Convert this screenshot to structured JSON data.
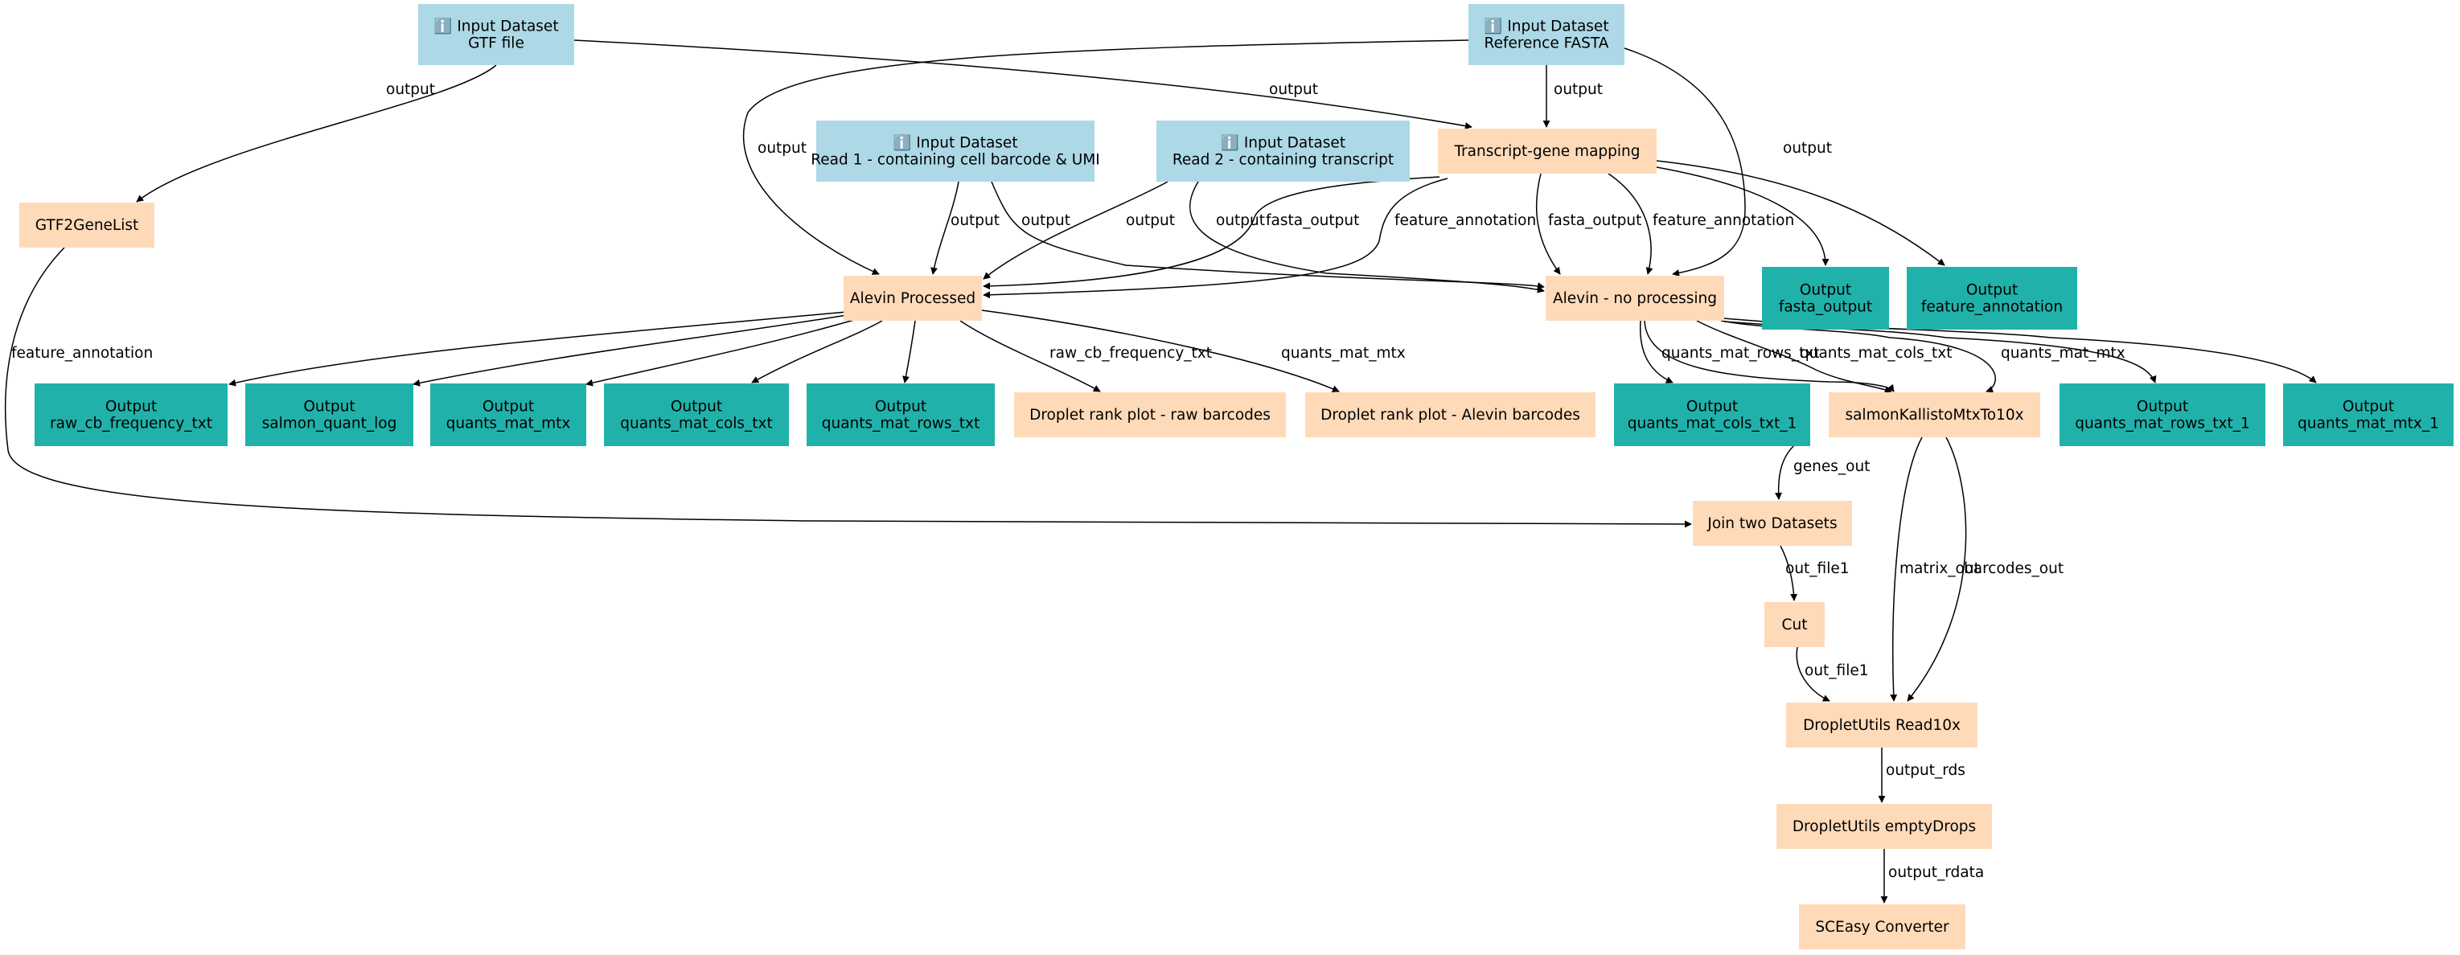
{
  "colors": {
    "input": "#add8e6",
    "tool": "#ffdab9",
    "output": "#20b2aa",
    "edge": "#000000",
    "text": "#000000"
  },
  "nodes": {
    "gtf": {
      "kind": "input",
      "icon": "info-icon",
      "lines": [
        "ℹ️ Input Dataset",
        "GTF file"
      ]
    },
    "fasta": {
      "kind": "input",
      "icon": "info-icon",
      "lines": [
        "ℹ️ Input Dataset",
        "Reference FASTA"
      ]
    },
    "read1": {
      "kind": "input",
      "icon": "info-icon",
      "lines": [
        "ℹ️ Input Dataset",
        "Read 1 - containing cell barcode & UMI"
      ]
    },
    "read2": {
      "kind": "input",
      "icon": "info-icon",
      "lines": [
        "ℹ️ Input Dataset",
        "Read 2 - containing transcript"
      ]
    },
    "tgmap": {
      "kind": "tool",
      "lines": [
        "Transcript-gene mapping"
      ]
    },
    "gtf2gene": {
      "kind": "tool",
      "lines": [
        "GTF2GeneList"
      ]
    },
    "alevin_p": {
      "kind": "tool",
      "lines": [
        "Alevin Processed"
      ]
    },
    "alevin_np": {
      "kind": "tool",
      "lines": [
        "Alevin - no processing"
      ]
    },
    "out_fasta": {
      "kind": "output",
      "lines": [
        "Output",
        "fasta_output"
      ]
    },
    "out_feat": {
      "kind": "output",
      "lines": [
        "Output",
        "feature_annotation"
      ]
    },
    "out_rawcb": {
      "kind": "output",
      "lines": [
        "Output",
        "raw_cb_frequency_txt"
      ]
    },
    "out_slog": {
      "kind": "output",
      "lines": [
        "Output",
        "salmon_quant_log"
      ]
    },
    "out_qmtx": {
      "kind": "output",
      "lines": [
        "Output",
        "quants_mat_mtx"
      ]
    },
    "out_qcols": {
      "kind": "output",
      "lines": [
        "Output",
        "quants_mat_cols_txt"
      ]
    },
    "out_qrows": {
      "kind": "output",
      "lines": [
        "Output",
        "quants_mat_rows_txt"
      ]
    },
    "drop_raw": {
      "kind": "tool",
      "lines": [
        "Droplet rank plot - raw barcodes"
      ]
    },
    "drop_alevin": {
      "kind": "tool",
      "lines": [
        "Droplet rank plot - Alevin barcodes"
      ]
    },
    "out_qcols1": {
      "kind": "output",
      "lines": [
        "Output",
        "quants_mat_cols_txt_1"
      ]
    },
    "salmon10x": {
      "kind": "tool",
      "lines": [
        "salmonKallistoMtxTo10x"
      ]
    },
    "out_qrows1": {
      "kind": "output",
      "lines": [
        "Output",
        "quants_mat_rows_txt_1"
      ]
    },
    "out_qmtx1": {
      "kind": "output",
      "lines": [
        "Output",
        "quants_mat_mtx_1"
      ]
    },
    "join": {
      "kind": "tool",
      "lines": [
        "Join two Datasets"
      ]
    },
    "cut": {
      "kind": "tool",
      "lines": [
        "Cut"
      ]
    },
    "read10x": {
      "kind": "tool",
      "lines": [
        "DropletUtils Read10x"
      ]
    },
    "emptydrops": {
      "kind": "tool",
      "lines": [
        "DropletUtils emptyDrops"
      ]
    },
    "sceasy": {
      "kind": "tool",
      "lines": [
        "SCEasy Converter"
      ]
    }
  },
  "edges": [
    {
      "from": "gtf",
      "to": "gtf2gene",
      "label": "output"
    },
    {
      "from": "gtf",
      "to": "tgmap",
      "label": "output"
    },
    {
      "from": "fasta",
      "to": "tgmap",
      "label": "output"
    },
    {
      "from": "fasta",
      "to": "alevin_p",
      "label": "output"
    },
    {
      "from": "fasta",
      "to": "alevin_np",
      "label": "output"
    },
    {
      "from": "read1",
      "to": "alevin_p",
      "label": "output"
    },
    {
      "from": "read1",
      "to": "alevin_np",
      "label": "output"
    },
    {
      "from": "read2",
      "to": "alevin_p",
      "label": "output"
    },
    {
      "from": "read2",
      "to": "alevin_np",
      "label": "output"
    },
    {
      "from": "tgmap",
      "to": "alevin_p",
      "label": "fasta_output"
    },
    {
      "from": "tgmap",
      "to": "alevin_p",
      "label": "feature_annotation"
    },
    {
      "from": "tgmap",
      "to": "alevin_np",
      "label": "fasta_output"
    },
    {
      "from": "tgmap",
      "to": "alevin_np",
      "label": "feature_annotation"
    },
    {
      "from": "tgmap",
      "to": "out_fasta",
      "label": ""
    },
    {
      "from": "tgmap",
      "to": "out_feat",
      "label": ""
    },
    {
      "from": "gtf2gene",
      "to": "join",
      "label": "feature_annotation"
    },
    {
      "from": "alevin_p",
      "to": "out_rawcb",
      "label": ""
    },
    {
      "from": "alevin_p",
      "to": "out_slog",
      "label": ""
    },
    {
      "from": "alevin_p",
      "to": "out_qmtx",
      "label": ""
    },
    {
      "from": "alevin_p",
      "to": "out_qcols",
      "label": ""
    },
    {
      "from": "alevin_p",
      "to": "out_qrows",
      "label": ""
    },
    {
      "from": "alevin_p",
      "to": "drop_raw",
      "label": "raw_cb_frequency_txt"
    },
    {
      "from": "alevin_p",
      "to": "drop_alevin",
      "label": "quants_mat_mtx"
    },
    {
      "from": "alevin_np",
      "to": "out_qcols1",
      "label": ""
    },
    {
      "from": "alevin_np",
      "to": "salmon10x",
      "label": "quants_mat_rows_txt"
    },
    {
      "from": "alevin_np",
      "to": "salmon10x",
      "label": "quants_mat_cols_txt"
    },
    {
      "from": "alevin_np",
      "to": "salmon10x",
      "label": "quants_mat_mtx"
    },
    {
      "from": "alevin_np",
      "to": "out_qrows1",
      "label": ""
    },
    {
      "from": "alevin_np",
      "to": "out_qmtx1",
      "label": ""
    },
    {
      "from": "salmon10x",
      "to": "join",
      "label": "genes_out"
    },
    {
      "from": "salmon10x",
      "to": "read10x",
      "label": "matrix_out"
    },
    {
      "from": "salmon10x",
      "to": "read10x",
      "label": "barcodes_out"
    },
    {
      "from": "join",
      "to": "cut",
      "label": "out_file1"
    },
    {
      "from": "cut",
      "to": "read10x",
      "label": "out_file1"
    },
    {
      "from": "read10x",
      "to": "emptydrops",
      "label": "output_rds"
    },
    {
      "from": "emptydrops",
      "to": "sceasy",
      "label": "output_rdata"
    }
  ]
}
